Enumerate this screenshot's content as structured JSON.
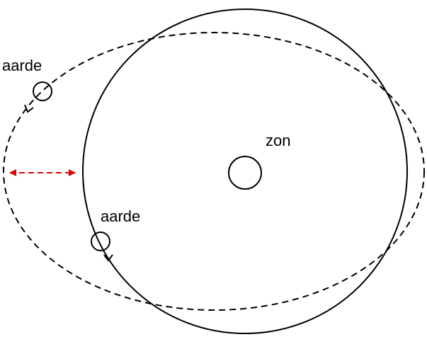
{
  "labels": {
    "sun": "zon",
    "earth_top": "aarde",
    "earth_bottom": "aarde"
  },
  "colors": {
    "line": "#000000",
    "distance_arrow": "#e00000",
    "background": "#ffffff"
  }
}
